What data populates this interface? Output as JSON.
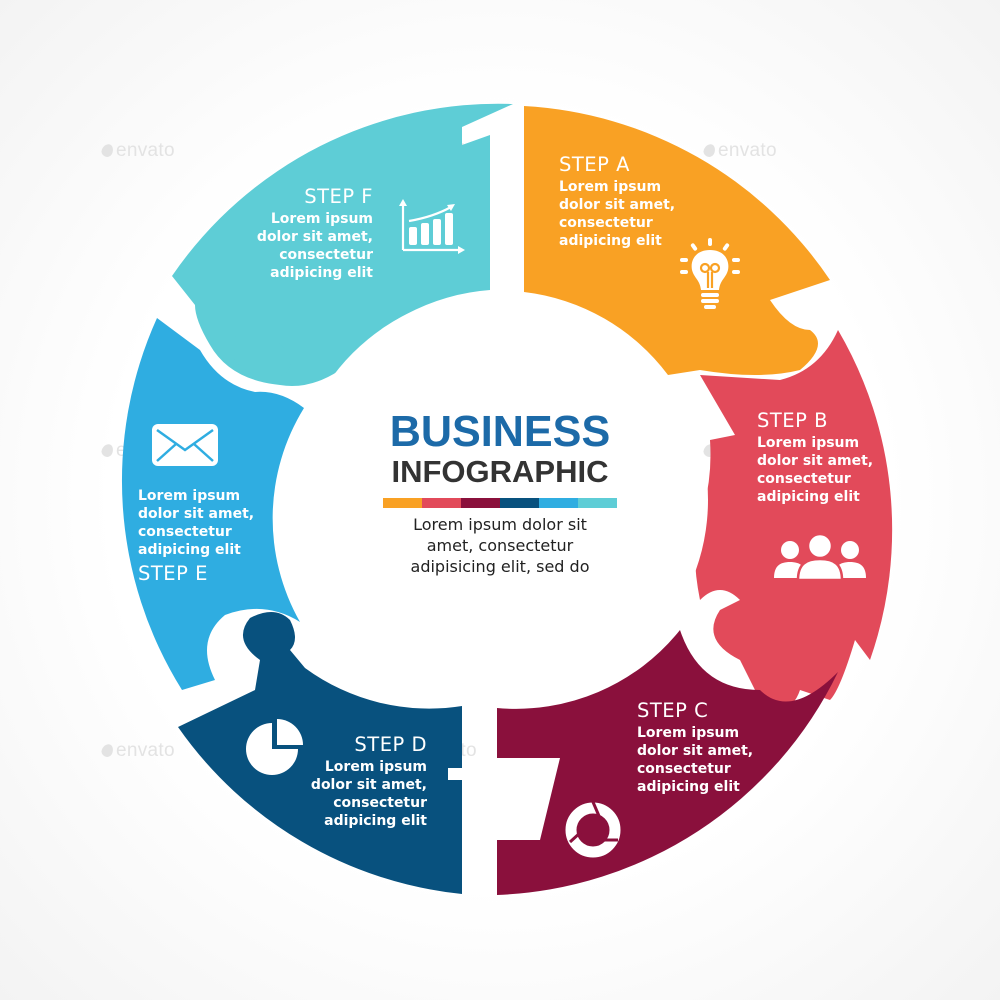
{
  "title": {
    "line1": "BUSINESS",
    "line2": "INFOGRAPHIC",
    "description": "Lorem ipsum dolor sit amet, consectetur adipisicing elit, sed do",
    "description_lines": [
      "Lorem ipsum dolor sit",
      "amet, consectetur",
      "adipisicing elit, sed do"
    ],
    "bar_colors": [
      "#f9a124",
      "#e24a5a",
      "#8a103c",
      "#08517e",
      "#2fade1",
      "#5ecdd6"
    ]
  },
  "steps": [
    {
      "id": "A",
      "number": "1",
      "label": "STEP A",
      "icon": "lightbulb-icon",
      "color": "#f9a124",
      "lines": [
        "Lorem ipsum",
        "dolor sit amet,",
        "consectetur",
        "adipicing elit"
      ]
    },
    {
      "id": "B",
      "number": "2",
      "label": "STEP B",
      "icon": "users-icon",
      "color": "#e24a5a",
      "lines": [
        "Lorem ipsum",
        "dolor sit amet,",
        "consectetur",
        "adipicing elit"
      ]
    },
    {
      "id": "C",
      "number": "3",
      "label": "STEP C",
      "icon": "cycle-arrows-icon",
      "color": "#8a103c",
      "lines": [
        "Lorem ipsum",
        "dolor sit amet,",
        "consectetur",
        "adipicing elit"
      ]
    },
    {
      "id": "D",
      "number": "4",
      "label": "STEP D",
      "icon": "pie-chart-icon",
      "color": "#08517e",
      "lines": [
        "Lorem ipsum",
        "dolor sit amet,",
        "consectetur",
        "adipicing elit"
      ]
    },
    {
      "id": "E",
      "number": "5",
      "label": "STEP E",
      "icon": "envelope-icon",
      "color": "#2fade1",
      "lines": [
        "Lorem ipsum",
        "dolor sit amet,",
        "consectetur",
        "adipicing elit"
      ]
    },
    {
      "id": "F",
      "number": "6",
      "label": "STEP F",
      "icon": "bar-chart-growth-icon",
      "color": "#5ecdd6",
      "lines": [
        "Lorem ipsum",
        "dolor sit amet,",
        "consectetur",
        "adipicing elit"
      ]
    }
  ],
  "watermark": "envato",
  "background": "#ffffff"
}
